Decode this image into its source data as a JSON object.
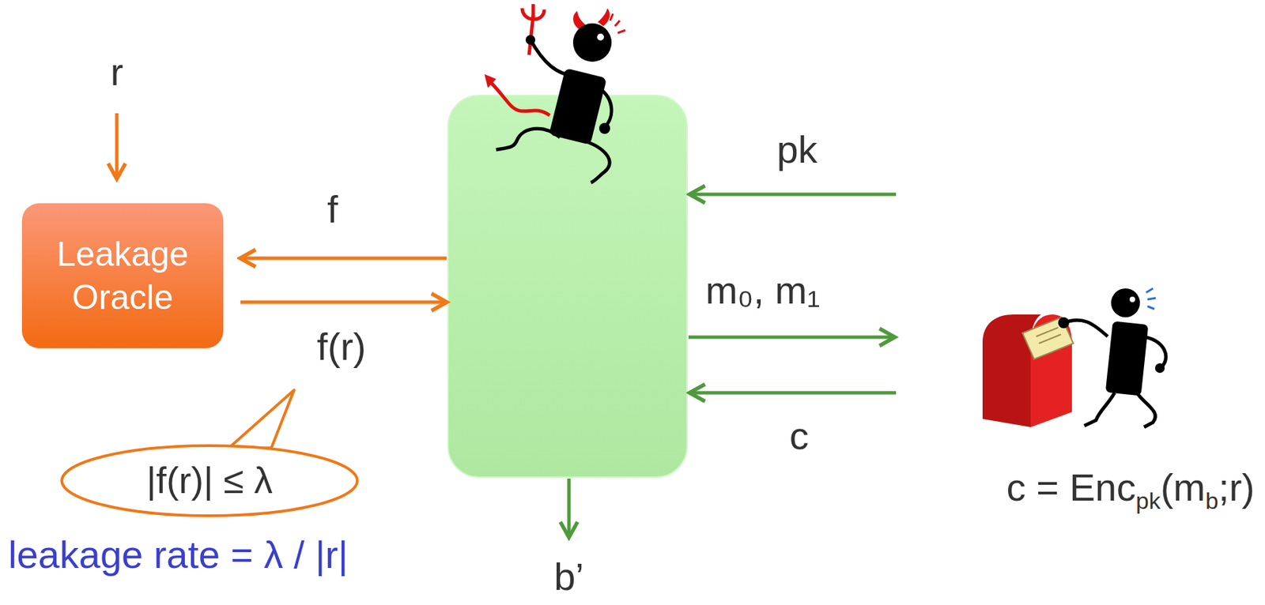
{
  "diagram": {
    "nodes": [
      {
        "text": [
          "Leakage Oracle"
        ]
      },
      {
        "text": [
          "|f(r)| ≤ λ"
        ]
      }
    ],
    "labels": [
      "r",
      "f",
      "f(r)",
      "pk",
      "m₀, m₁",
      "c",
      "b’",
      "leakage rate = λ / |r|",
      "c = Enc",
      "pk",
      "(m",
      "b",
      ";r)"
    ]
  }
}
